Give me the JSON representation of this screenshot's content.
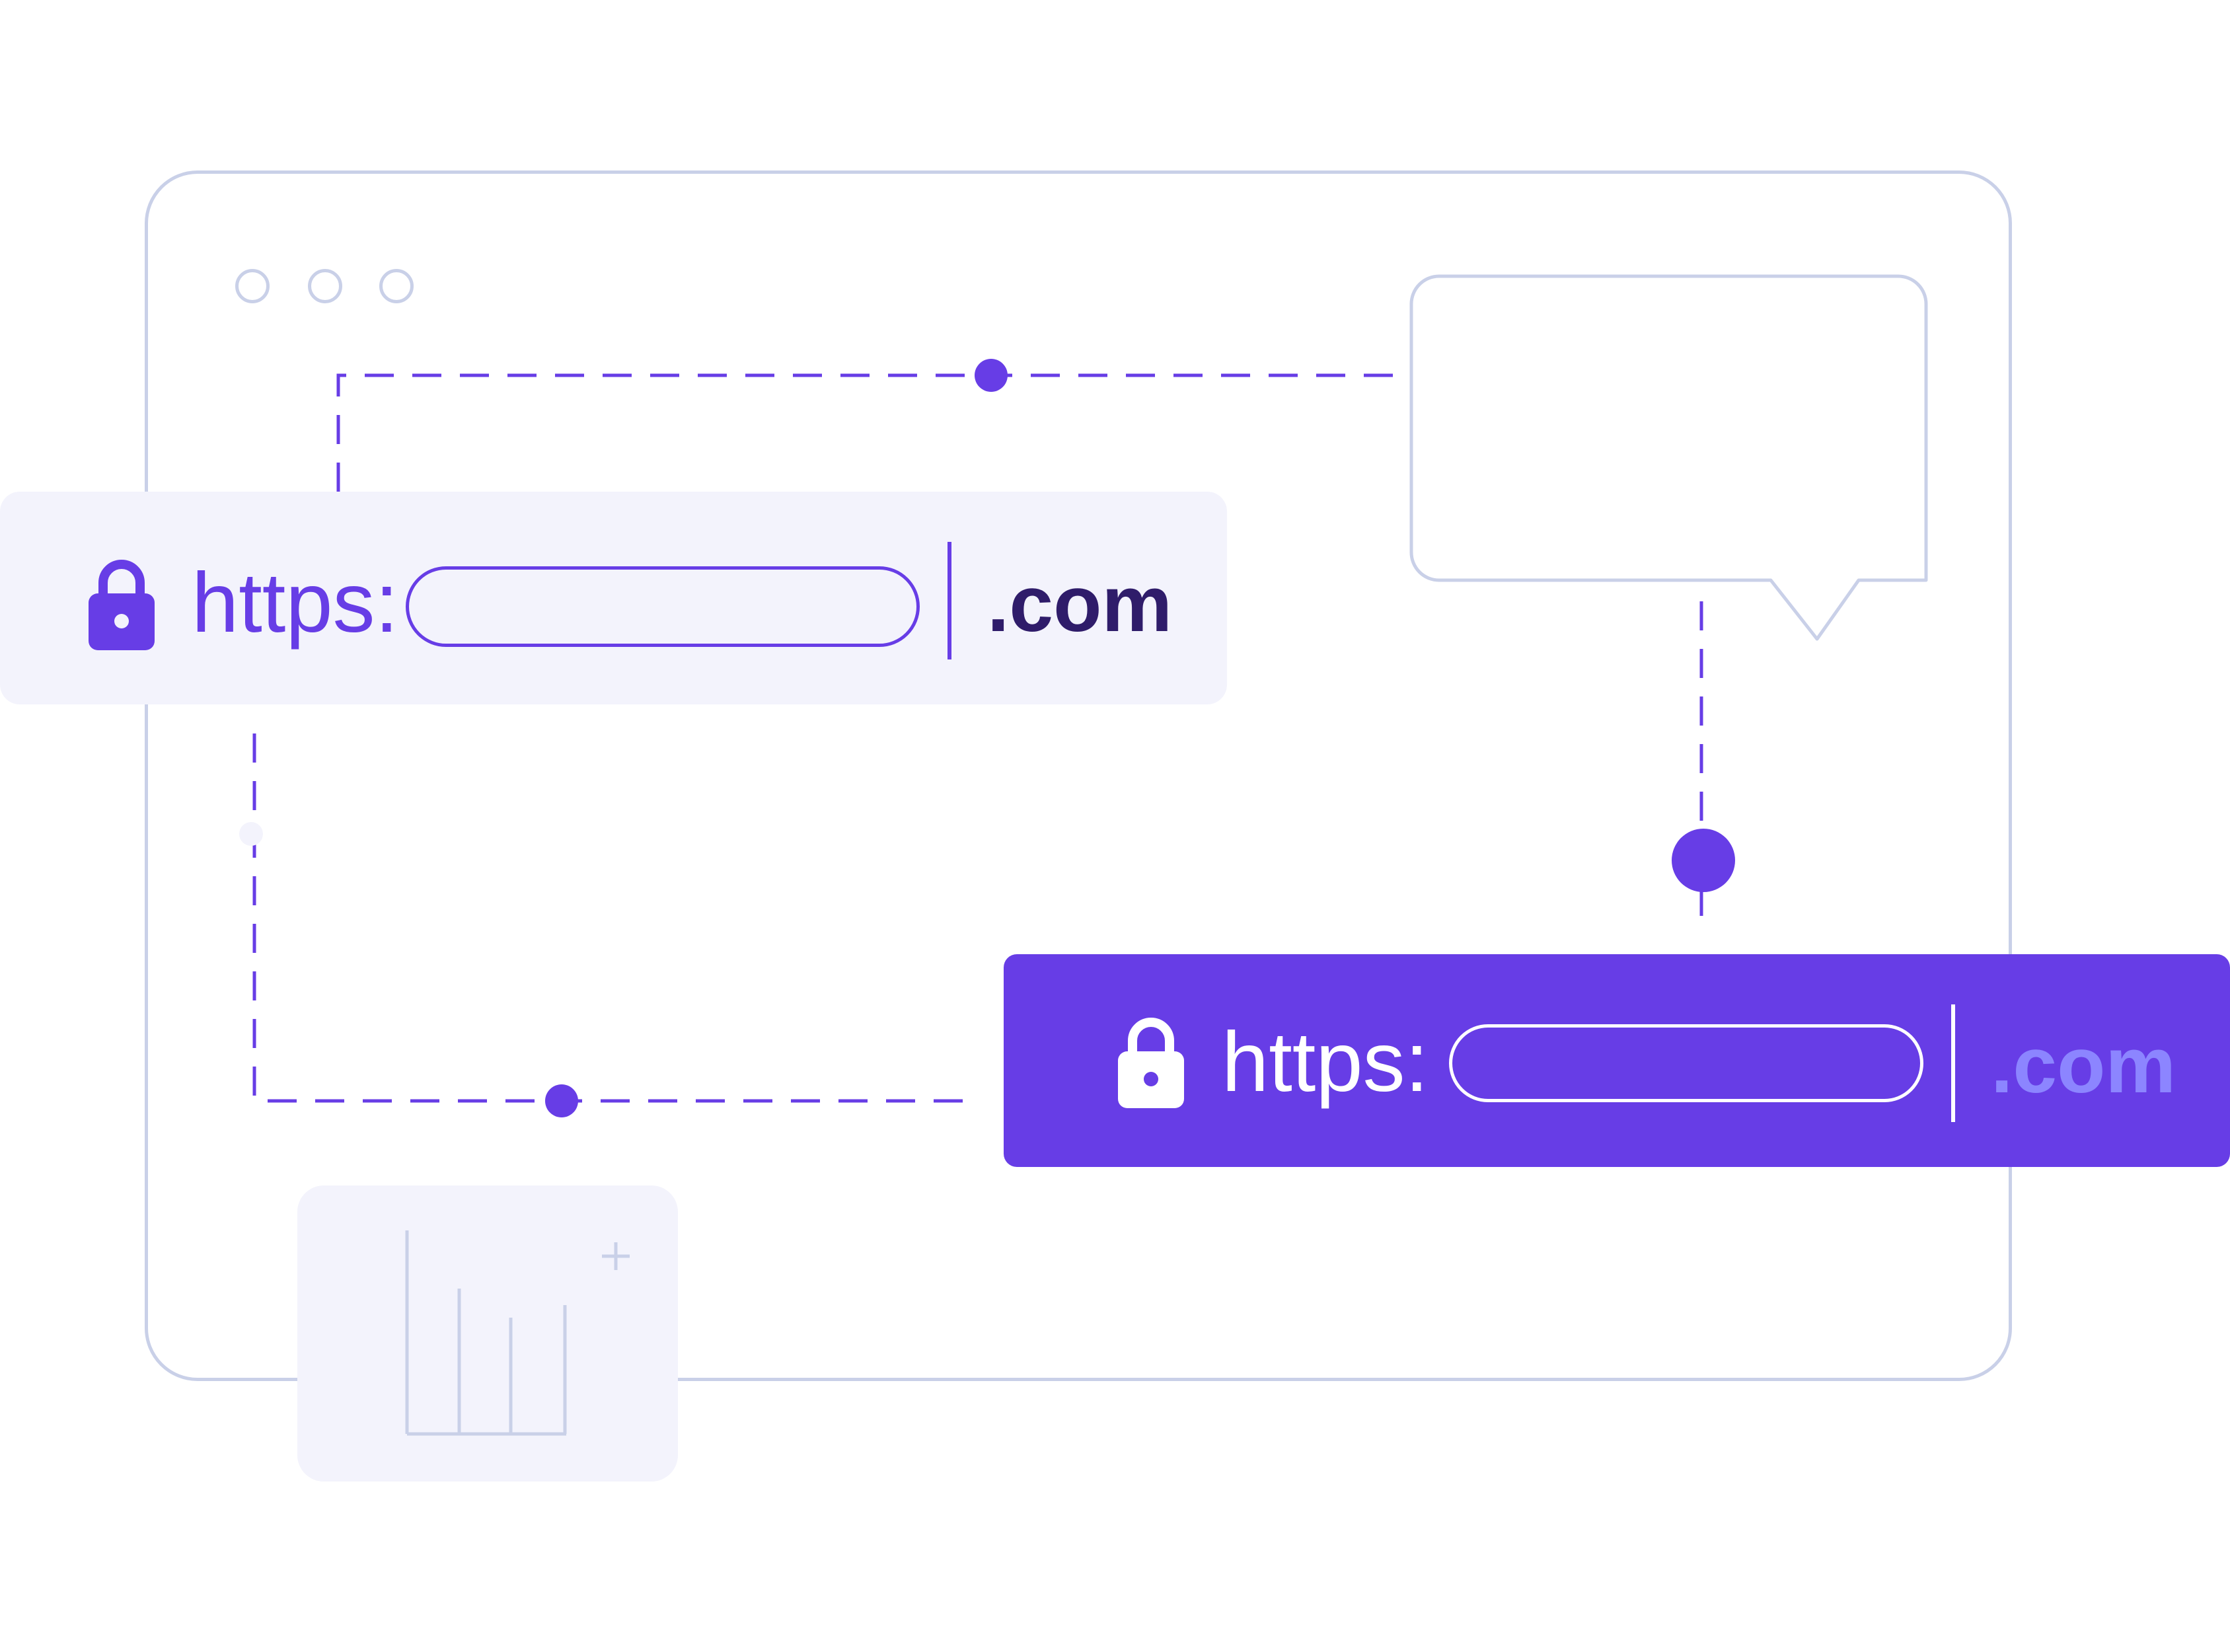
{
  "illustration": {
    "colors": {
      "accent": "#673de6",
      "accent_light_text": "#8c85ff",
      "tld_dark": "#2f1c6a",
      "outline": "#c9d0e8",
      "panel_fill": "#f3f3fc",
      "background": "#ffffff"
    },
    "browser": {
      "window_dots": [
        "circle-outline",
        "circle-outline",
        "circle-outline"
      ]
    },
    "url_bar_light": {
      "icon": "lock-icon",
      "protocol": "https:",
      "tld": ".com"
    },
    "url_bar_dark": {
      "icon": "lock-icon",
      "protocol": "https:",
      "tld": ".com"
    },
    "speech_bubble": {
      "icon": "speech-bubble-icon"
    },
    "chart_card": {
      "icon": "bar-chart-icon",
      "plus_icon": "plus-icon"
    }
  }
}
